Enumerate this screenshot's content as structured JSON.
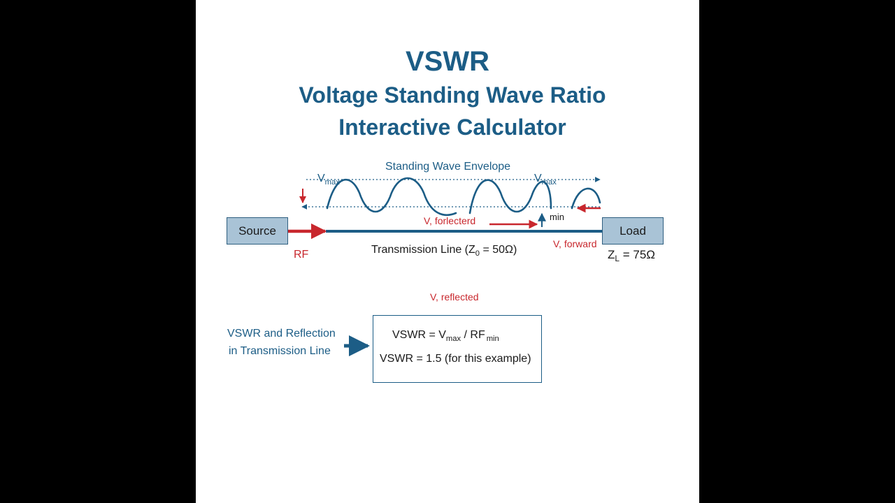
{
  "title": "VSWR",
  "subtitle_line1": "Voltage Standing Wave Ratio",
  "subtitle_line2": "Interactive Calculator",
  "diagram": {
    "envelope_label": "Standing Wave Envelope",
    "vmax_main": "V",
    "vmax_sub": "max",
    "vmin_sub": "min",
    "reflected_mid": "V, forlecterd",
    "forward": "V, forward",
    "rf": "RF",
    "source": "Source",
    "load": "Load",
    "tline_pre": "Transmission Line (Z",
    "tline_sub": "0",
    "tline_post": " = 50Ω)",
    "zl_main": "Z",
    "zl_sub": "L",
    "zl_post": " = 75Ω",
    "reflected_lower": "V, reflected"
  },
  "formula": {
    "side_line1": "VSWR and Reflection",
    "side_line2": "in Transmission Line",
    "line1_pre": "VSWR = V",
    "line1_sub1": "max",
    "line1_mid": " / RF",
    "line1_sub2": "min",
    "line2": "VSWR = 1.5 (for this example)"
  },
  "colors": {
    "primary_blue": "#1c5d86",
    "accent_red": "#c8272d",
    "box_fill": "#a9c3d6"
  }
}
